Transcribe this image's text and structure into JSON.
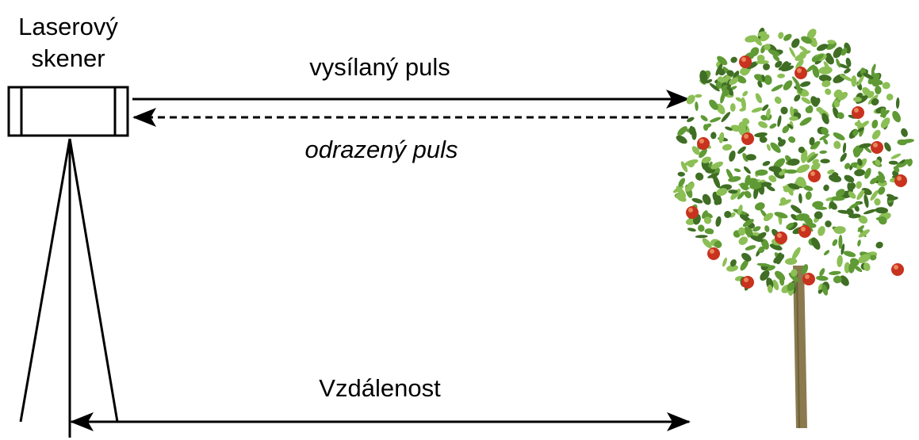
{
  "labels": {
    "scanner_line1": "Laserový",
    "scanner_line2": "skener",
    "emitted_pulse": "vysílaný puls",
    "reflected_pulse": "odrazený puls",
    "distance": "Vzdálenost"
  },
  "colors": {
    "line": "#000000",
    "foliage_dark": "#3f6e24",
    "foliage_mid": "#5f9a35",
    "foliage_light": "#8cbf55",
    "apple": "#c8321e",
    "apple_highlight": "#e8865a",
    "trunk": "#8a7a4e"
  },
  "icons": {
    "scanner": "laser-scanner-icon",
    "tree": "apple-tree-icon"
  }
}
